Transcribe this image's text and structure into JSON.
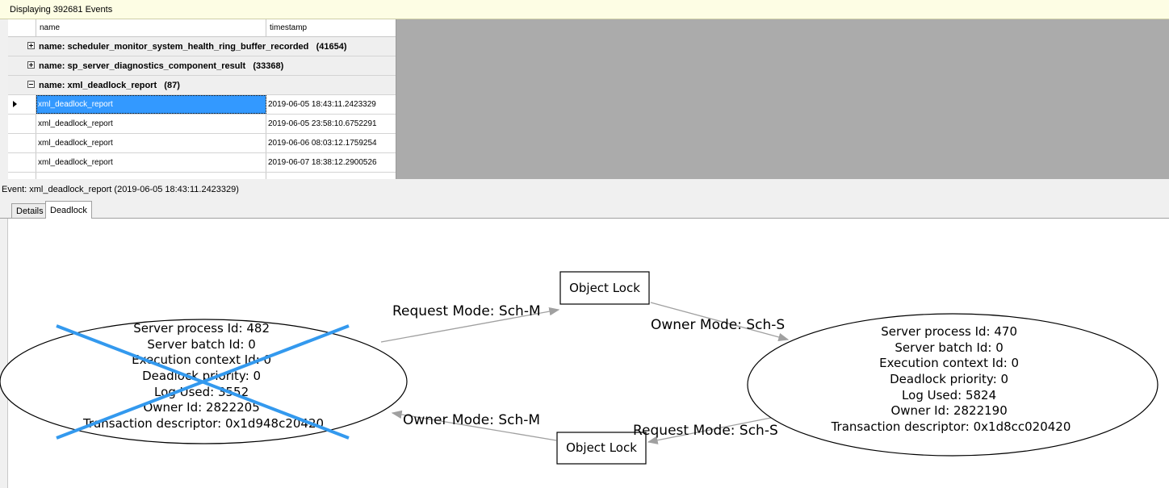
{
  "status": {
    "text": "Displaying 392681 Events"
  },
  "grid": {
    "columns": [
      "name",
      "timestamp"
    ],
    "groups": [
      {
        "label": "name: scheduler_monitor_system_health_ring_buffer_recorded",
        "count": "(41654)",
        "expanded": false
      },
      {
        "label": "name: sp_server_diagnostics_component_result",
        "count": "(33368)",
        "expanded": false
      },
      {
        "label": "name: xml_deadlock_report",
        "count": "(87)",
        "expanded": true
      }
    ],
    "rows": [
      {
        "name": "xml_deadlock_report",
        "timestamp": "2019-06-05 18:43:11.2423329",
        "selected": true
      },
      {
        "name": "xml_deadlock_report",
        "timestamp": "2019-06-05 23:58:10.6752291",
        "selected": false
      },
      {
        "name": "xml_deadlock_report",
        "timestamp": "2019-06-06 08:03:12.1759254",
        "selected": false
      },
      {
        "name": "xml_deadlock_report",
        "timestamp": "2019-06-07 18:38:12.2900526",
        "selected": false
      }
    ]
  },
  "event_label": "Event: xml_deadlock_report (2019-06-05 18:43:11.2423329)",
  "tabs": [
    {
      "label": "Details",
      "active": false
    },
    {
      "label": "Deadlock",
      "active": true
    }
  ],
  "deadlock": {
    "victim": {
      "lines": [
        "Server process Id: 482",
        "Server batch Id: 0",
        "Execution context Id: 0",
        "Deadlock priority: 0",
        "Log Used: 3552",
        "Owner Id: 2822205",
        "Transaction descriptor: 0x1d948c20420"
      ]
    },
    "process2": {
      "lines": [
        "Server process Id: 470",
        "Server batch Id: 0",
        "Execution context Id: 0",
        "Deadlock priority: 0",
        "Log Used: 5824",
        "Owner Id: 2822190",
        "Transaction descriptor: 0x1d8cc020420"
      ]
    },
    "lock_top": "Object Lock",
    "lock_bottom": "Object Lock",
    "edges": {
      "request_top": "Request Mode: Sch-M",
      "owner_top": "Owner Mode: Sch-S",
      "owner_bottom": "Owner Mode: Sch-M",
      "request_bottom": "Request Mode: Sch-S"
    },
    "colors": {
      "victim_cross": "#3399ee",
      "edge": "#a0a0a0",
      "selection": "#3399ff"
    }
  }
}
